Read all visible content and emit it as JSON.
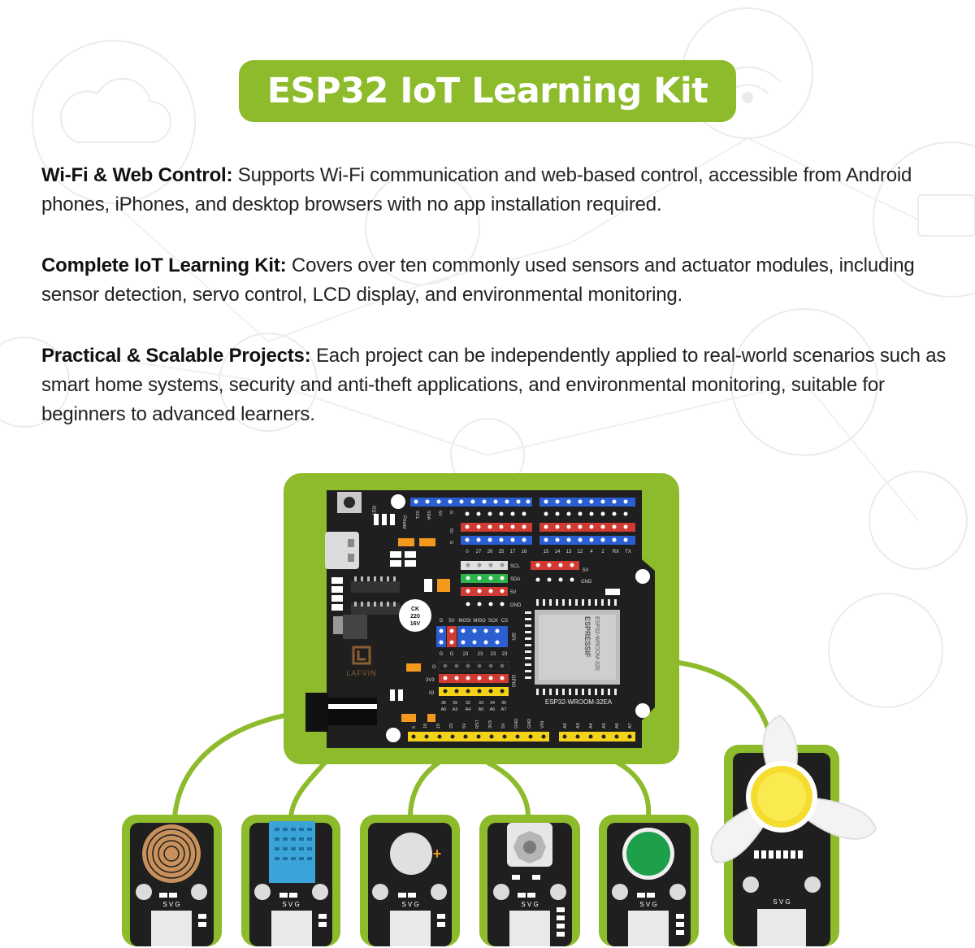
{
  "title": "ESP32 IoT Learning Kit",
  "features": [
    {
      "heading": "Wi-Fi & Web Control:",
      "body": " Supports Wi-Fi communication and web-based control, accessible from Android phones, iPhones, and desktop browsers with no app installation required."
    },
    {
      "heading": "Complete IoT Learning Kit:",
      "body": " Covers over ten commonly used sensors and actuator modules, including sensor detection, servo control, LCD display, and environmental monitoring."
    },
    {
      "heading": "Practical & Scalable Projects:",
      "body": " Each project can be independently applied to real-world scenarios such as smart home systems, security and anti-theft applications, and environmental monitoring, suitable for beginners to advanced learners."
    }
  ],
  "board": {
    "brand": "LAFVIN",
    "chip_brand": "ESPRESSIF",
    "chip_model": "ESP32-WROOM-32E",
    "chip_label": "ESP32-WROOM-32EA",
    "capacitor": [
      "CK",
      "220",
      "16V"
    ],
    "rst_label": "RST",
    "power_label": "Power",
    "top_header_labels": [
      "SCL",
      "SDA",
      "5V",
      "G"
    ],
    "io_label": "IO",
    "top_left_pins": [
      "0",
      "27",
      "26",
      "25",
      "17",
      "16"
    ],
    "top_right_pins": [
      "15",
      "14",
      "13",
      "12",
      "4",
      "2",
      "RX",
      "TX"
    ],
    "i2c_labels": [
      "SCL",
      "SDA",
      "5V",
      "GND"
    ],
    "pwr_labels": [
      "5V",
      "GND"
    ],
    "spi_labels": [
      "G",
      "5V",
      "MOSI",
      "MISO",
      "SCK",
      "CS"
    ],
    "spi_tag": "SPI",
    "gpio_tag": "GPIO",
    "g_labels": [
      "G",
      "G",
      "23",
      "23",
      "23",
      "23"
    ],
    "g_label": "G",
    "v33_label": "3V3",
    "io_bottom_pins": [
      "36",
      "39",
      "32",
      "33",
      "34",
      "35"
    ],
    "adc_labels": [
      "A0",
      "A3",
      "A4",
      "A5",
      "A6",
      "A7"
    ],
    "bottom_left_pins": [
      "5",
      "18",
      "19",
      "23",
      "5V",
      "RST",
      "3V3",
      "5V",
      "GND",
      "GND",
      "VIN"
    ],
    "bottom_right_pins": [
      "A0",
      "A3",
      "A4",
      "A5",
      "A6",
      "A7"
    ]
  },
  "modules": {
    "pin_label": "S V G"
  },
  "colors": {
    "accent": "#8dbb2c",
    "board": "#1e1e1e",
    "header_blue": "#2b5fd1",
    "header_red": "#d13a32",
    "header_yellow": "#f5d21a",
    "header_green": "#2bb24a"
  }
}
